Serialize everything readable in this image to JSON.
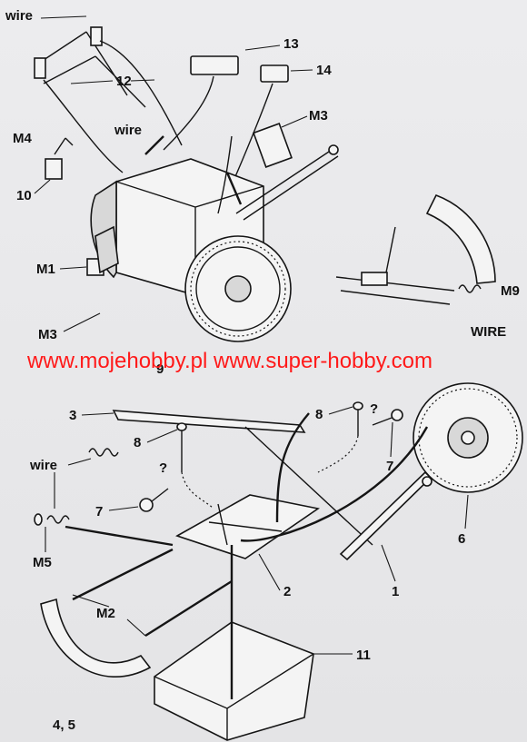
{
  "watermark": "www.mojehobby.pl www.super-hobby.com",
  "callouts_top": {
    "wire_a": "wire",
    "p12": "12",
    "wire_b": "wire",
    "p13": "13",
    "p14": "14",
    "m3_a": "M3",
    "m4": "M4",
    "p10": "10",
    "m1": "M1",
    "m3_b": "M3",
    "m9": "M9",
    "wire_c": "WIRE",
    "p9": "9"
  },
  "callouts_bottom": {
    "p3": "3",
    "p8_a": "8",
    "p8_b": "8",
    "q1": "?",
    "q2": "?",
    "wire": "wire",
    "p7_a": "7",
    "p7_b": "7",
    "m5": "M5",
    "p6": "6",
    "m2": "M2",
    "p2": "2",
    "p1": "1",
    "p11": "11",
    "p45": "4, 5"
  }
}
